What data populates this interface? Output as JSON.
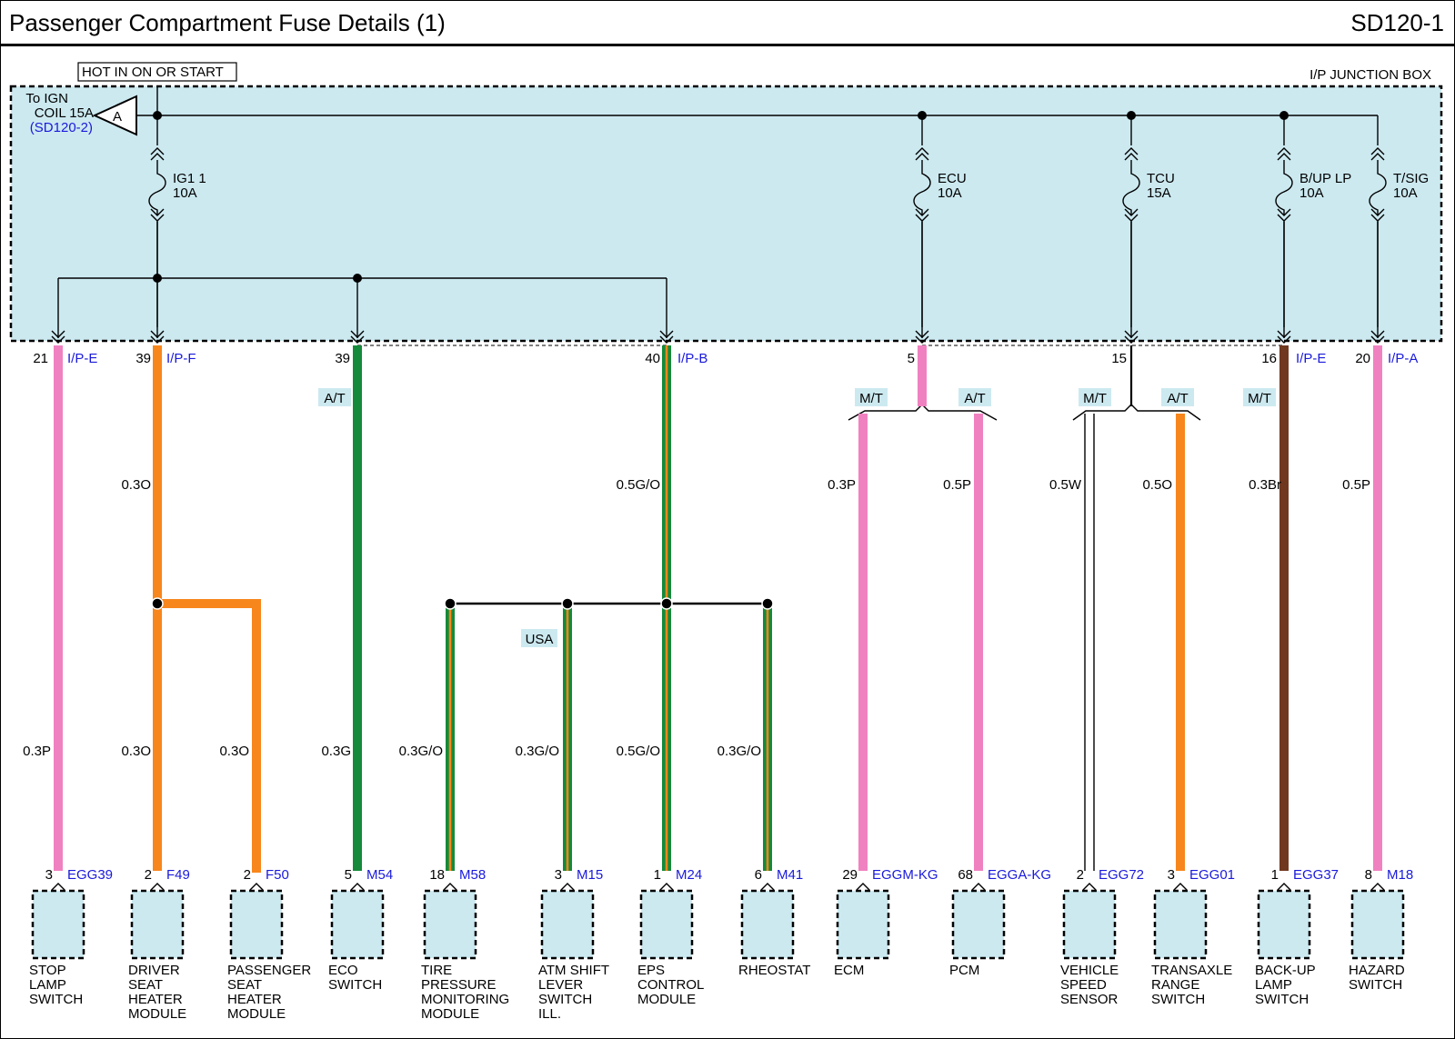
{
  "header": {
    "title": "Passenger Compartment Fuse Details (1)",
    "code": "SD120-1"
  },
  "hot_in": "HOT IN  ON OR START",
  "junction_box": "I/P JUNCTION BOX",
  "source": {
    "line1": "To IGN",
    "line2": "COIL 15A",
    "ref": "(SD120-2)",
    "connector_letter": "A"
  },
  "fuses": [
    {
      "id": "ig1",
      "name": "IG1 1",
      "rating": "10A"
    },
    {
      "id": "ecu",
      "name": "ECU",
      "rating": "10A"
    },
    {
      "id": "tcu",
      "name": "TCU",
      "rating": "15A"
    },
    {
      "id": "bup",
      "name": "B/UP LP",
      "rating": "10A"
    },
    {
      "id": "tsig",
      "name": "T/SIG",
      "rating": "10A"
    }
  ],
  "top_pins": [
    {
      "pin": "21",
      "conn": "I/P-E"
    },
    {
      "pin": "39",
      "conn": "I/P-F"
    },
    {
      "pin": "39",
      "conn": ""
    },
    {
      "pin": "40",
      "conn": "I/P-B"
    },
    {
      "pin": "5",
      "conn": ""
    },
    {
      "pin": "15",
      "conn": ""
    },
    {
      "pin": "16",
      "conn": "I/P-E"
    },
    {
      "pin": "20",
      "conn": "I/P-A"
    }
  ],
  "option_tags": [
    "A/T",
    "M/T",
    "A/T",
    "M/T",
    "A/T",
    "M/T",
    "USA"
  ],
  "wire_labels": {
    "upper": [
      "0.3O",
      "0.5G/O",
      "0.3P",
      "0.5P",
      "0.5W",
      "0.5O",
      "0.3Br",
      "0.5P"
    ],
    "lower": [
      "0.3P",
      "0.3O",
      "0.3O",
      "0.3G",
      "0.3G/O",
      "0.3G/O",
      "0.5G/O",
      "0.3G/O"
    ]
  },
  "components": [
    {
      "pin": "3",
      "conn": "EGG39",
      "name": [
        "STOP",
        "LAMP",
        "SWITCH"
      ]
    },
    {
      "pin": "2",
      "conn": "F49",
      "name": [
        "DRIVER",
        "SEAT",
        "HEATER",
        "MODULE"
      ]
    },
    {
      "pin": "2",
      "conn": "F50",
      "name": [
        "PASSENGER",
        "SEAT",
        "HEATER",
        "MODULE"
      ]
    },
    {
      "pin": "5",
      "conn": "M54",
      "name": [
        "ECO",
        "SWITCH"
      ]
    },
    {
      "pin": "18",
      "conn": "M58",
      "name": [
        "TIRE",
        "PRESSURE",
        "MONITORING",
        "MODULE"
      ]
    },
    {
      "pin": "3",
      "conn": "M15",
      "name": [
        "ATM SHIFT",
        "LEVER",
        "SWITCH",
        "ILL."
      ]
    },
    {
      "pin": "1",
      "conn": "M24",
      "name": [
        "EPS",
        "CONTROL",
        "MODULE"
      ]
    },
    {
      "pin": "6",
      "conn": "M41",
      "name": [
        "RHEOSTAT"
      ]
    },
    {
      "pin": "29",
      "conn": "EGGM-KG",
      "name": [
        "ECM"
      ]
    },
    {
      "pin": "68",
      "conn": "EGGA-KG",
      "name": [
        "PCM"
      ]
    },
    {
      "pin": "2",
      "conn": "EGG72",
      "name": [
        "VEHICLE",
        "SPEED",
        "SENSOR"
      ]
    },
    {
      "pin": "3",
      "conn": "EGG01",
      "name": [
        "TRANSAXLE",
        "RANGE",
        "SWITCH"
      ]
    },
    {
      "pin": "1",
      "conn": "EGG37",
      "name": [
        "BACK-UP",
        "LAMP",
        "SWITCH"
      ]
    },
    {
      "pin": "8",
      "conn": "M18",
      "name": [
        "HAZARD",
        "SWITCH"
      ]
    }
  ],
  "colors": {
    "box_fill": "#cce9f0",
    "pink": "#f081c0",
    "orange": "#f7861c",
    "green": "#158a3a",
    "green_orange_stripe": "#f7861c",
    "brown": "#70381f",
    "white_wire": "#ffffff",
    "ref_text": "#1a1adb"
  }
}
